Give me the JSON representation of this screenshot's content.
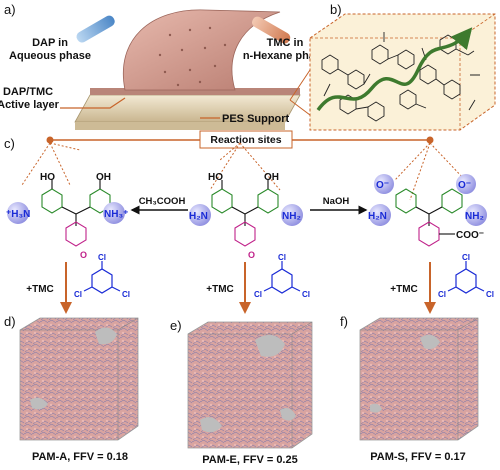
{
  "panels": {
    "a": {
      "label": "a)",
      "dap_line1": "DAP in",
      "dap_line2": "Aqueous phase",
      "tmc_line1": "TMC in",
      "tmc_line2": "n-Hexane phase",
      "active_line1": "DAP/TMC",
      "active_line2": "Active layer",
      "support": "PES Support"
    },
    "b": {
      "label": "b)"
    },
    "c": {
      "label": "c)",
      "reaction_sites": "Reaction sites",
      "acid_reagent": "CH₃COOH",
      "base_reagent": "NaOH",
      "tmc_add": "+TMC",
      "oh": "HO",
      "oh2": "OH",
      "nh2": "NH₂",
      "h2n": "H₂N",
      "nh3plus": "NH₃⁺",
      "h3nplus": "⁺H₃N",
      "ominus": "O⁻",
      "coo": "COO⁻",
      "cl": "Cl",
      "o": "O"
    },
    "d": {
      "label": "d)",
      "caption": "PAM-A, FFV = 0.18"
    },
    "e": {
      "label": "e)",
      "caption": "PAM-E, FFV = 0.25"
    },
    "f": {
      "label": "f)",
      "caption": "PAM-S, FFV = 0.17"
    }
  },
  "colors": {
    "accent_orange": "#c8642a",
    "blue_chem": "#1a2bd6",
    "membrane": "#c98a7e",
    "network_green": "#3e7a2e",
    "pink_surface": "#d98f8f",
    "grey_surface": "#b8b8b8"
  }
}
